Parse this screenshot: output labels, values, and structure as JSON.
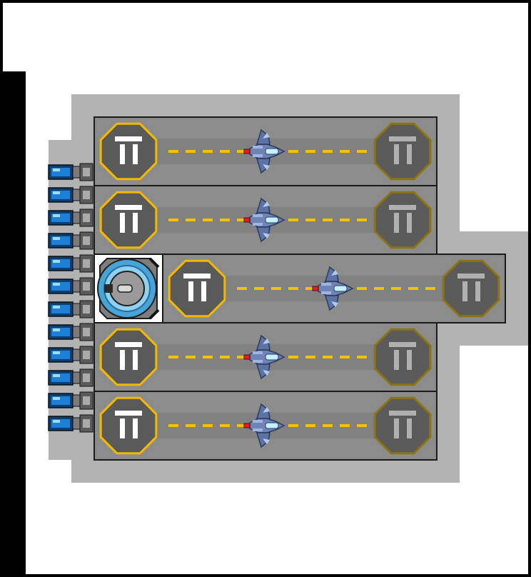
{
  "scene": {
    "name": "hangar-deck",
    "colors": {
      "background": "#ffffff",
      "frame": "#000000",
      "hull": "#b3b3b3",
      "bay_floor": "#8c8c8c",
      "bay_border": "#1a1a1a",
      "runway_band": "#7a7a7a",
      "runway_dash": "#f2c200",
      "pad_active_ring": "#f5b800",
      "pad_inactive_ring": "#8c7414",
      "pad_fill": "#5a5a5a",
      "pad_glyph": "#ffffff",
      "pad_glyph_dim": "#b0b0b0",
      "ship_body": "#5d73a6",
      "ship_light": "#9fb6e3",
      "ship_engine": "#e02020",
      "conduit_blue": "#1e7fd6",
      "conduit_metal": "#7a7a7a"
    }
  },
  "bays": [
    {
      "id": "bay-1",
      "launch_pad_icon": "pad-glyph-icon",
      "landing_pad_icon": "pad-glyph-icon",
      "ship": "fighter-ship-icon",
      "launch_pad_state": "active",
      "landing_pad_state": "inactive"
    },
    {
      "id": "bay-2",
      "launch_pad_icon": "pad-glyph-icon",
      "landing_pad_icon": "pad-glyph-icon",
      "ship": "fighter-ship-icon",
      "launch_pad_state": "active",
      "landing_pad_state": "inactive"
    },
    {
      "id": "bay-3",
      "launch_pad_icon": "pad-glyph-icon",
      "landing_pad_icon": "pad-glyph-icon",
      "ship": "fighter-ship-icon",
      "launch_pad_state": "active",
      "landing_pad_state": "inactive"
    },
    {
      "id": "bay-4",
      "launch_pad_icon": "pad-glyph-icon",
      "landing_pad_icon": "pad-glyph-icon",
      "ship": "fighter-ship-icon",
      "launch_pad_state": "active",
      "landing_pad_state": "inactive"
    },
    {
      "id": "bay-5",
      "launch_pad_icon": "pad-glyph-icon",
      "landing_pad_icon": "pad-glyph-icon",
      "ship": "fighter-ship-icon",
      "launch_pad_state": "active",
      "landing_pad_state": "inactive"
    }
  ],
  "control_module": {
    "icon": "reactor-core-icon"
  },
  "conduits": {
    "count": 12,
    "icon": "power-conduit-icon"
  }
}
